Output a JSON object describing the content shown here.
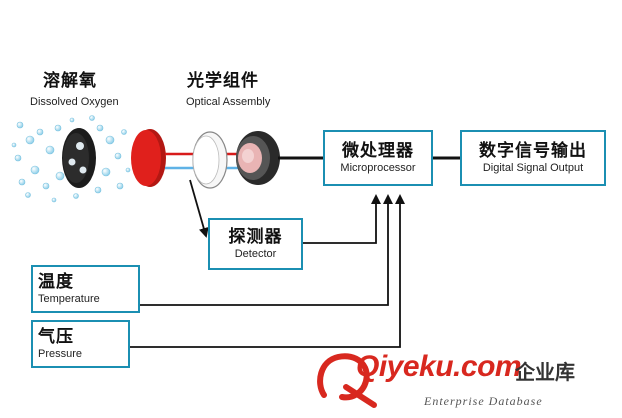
{
  "labels": {
    "dissolved_oxygen_cn": "溶解氧",
    "dissolved_oxygen_en": "Dissolved Oxygen",
    "optical_assembly_cn": "光学组件",
    "optical_assembly_en": "Optical Assembly"
  },
  "boxes": {
    "microprocessor": {
      "cn": "微处理器",
      "en": "Microprocessor"
    },
    "digital_output": {
      "cn": "数字信号输出",
      "en": "Digital Signal Output"
    },
    "detector": {
      "cn": "探测器",
      "en": "Detector"
    },
    "temperature": {
      "cn": "温度",
      "en": "Temperature"
    },
    "pressure": {
      "cn": "气压",
      "en": "Pressure"
    }
  },
  "watermark": {
    "brand": "Qiyeku.com",
    "brand_cn": "企业库",
    "tagline": "Enterprise Database"
  },
  "colors": {
    "box_border": "#1b8fb2",
    "red_filter": "#e0201c",
    "watermark_red": "#d8281f",
    "line": "#111111"
  }
}
